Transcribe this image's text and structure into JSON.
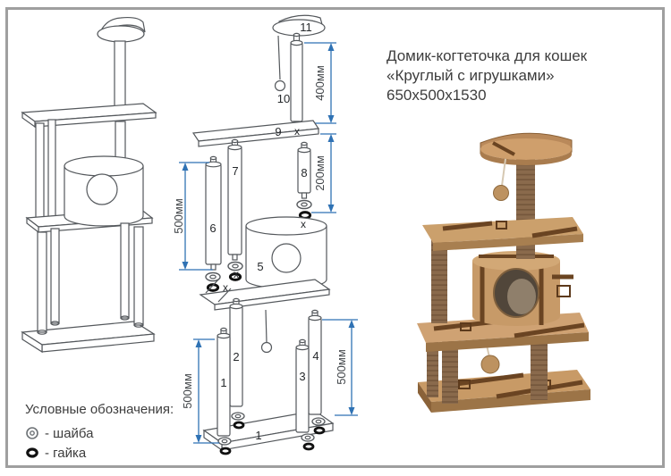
{
  "frame": {
    "border_color": "#9f9f9f",
    "background": "#ffffff"
  },
  "title": {
    "line1": "Домик-когтеточка для кошек",
    "line2": "«Круглый с игрушками»",
    "line3": "650x500x1530"
  },
  "legend": {
    "heading": "Условные обозначения:",
    "washer": "- шайба",
    "nut": "- гайка"
  },
  "diagram": {
    "parts": {
      "p1": "1",
      "p2": "2",
      "p3": "3",
      "p4": "4",
      "p5": "5",
      "p6": "6",
      "p7": "7",
      "p8": "8",
      "p9": "9",
      "p10": "10",
      "p11": "11",
      "base": "1"
    },
    "x_mark": "x",
    "dims": {
      "top": "400мм",
      "upper_right": "200мм",
      "middle_left": "500мм",
      "bottom_left": "500мм",
      "bottom_right": "500мм"
    },
    "colors": {
      "line": "#54585c",
      "dimension": "#2f72b4",
      "label": "#26292c"
    }
  },
  "photo": {
    "colors": {
      "plush_light": "#cfa273",
      "plush_dark": "#a87c4c",
      "strap": "#6a4422",
      "post": "#8a6a4c",
      "hole": "#51463a",
      "ball": "#bd9260"
    }
  }
}
